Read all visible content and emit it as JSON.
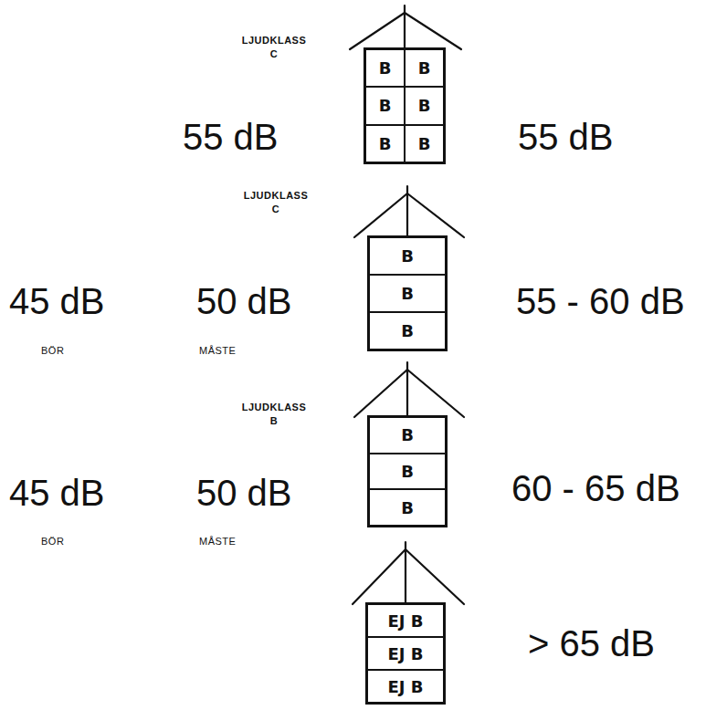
{
  "diagram": {
    "nodes": [
      {
        "text": [
          "LJUDKLASS C"
        ]
      },
      {
        "text": [
          "B"
        ],
        "in": 0
      },
      {
        "text": [
          "B"
        ],
        "in": 0
      },
      {
        "text": [
          "B"
        ],
        "in": 0
      },
      {
        "text": [
          "B"
        ],
        "in": 0
      },
      {
        "text": [
          "B"
        ],
        "in": 0
      },
      {
        "text": [
          "B"
        ],
        "in": 0
      },
      {
        "text": [
          "LJUDKLASS C"
        ]
      },
      {
        "text": [
          "B"
        ],
        "in": 7
      },
      {
        "text": [
          "B"
        ],
        "in": 7
      },
      {
        "text": [
          "B"
        ],
        "in": 7
      },
      {
        "text": [
          "LJUDKLASS B"
        ]
      },
      {
        "text": [
          "B"
        ],
        "in": 11
      },
      {
        "text": [
          "B"
        ],
        "in": 11
      },
      {
        "text": [
          "B"
        ],
        "in": 11
      },
      {
        "text": []
      },
      {
        "text": [
          "EJ B"
        ],
        "in": 15
      },
      {
        "text": [
          "EJ B"
        ],
        "in": 15
      },
      {
        "text": [
          "EJ B"
        ],
        "in": 15
      }
    ],
    "labels": [
      "55 dB",
      "55 dB",
      "45 dB",
      "BÖR",
      "50 dB",
      "MÅSTE",
      "55 - 60 dB",
      "45 dB",
      "BÖR",
      "50 dB",
      "MÅSTE",
      "60 - 65 dB",
      "> 65 dB"
    ]
  }
}
